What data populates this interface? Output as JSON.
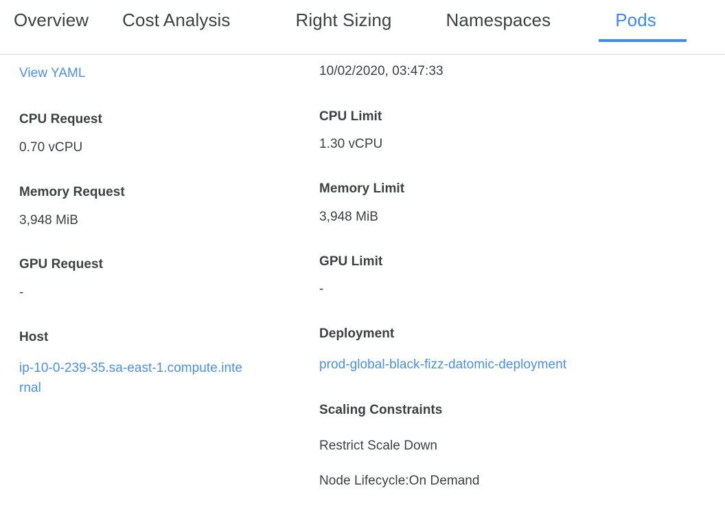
{
  "tabs": [
    {
      "label": "Overview",
      "active": false
    },
    {
      "label": "Cost Analysis",
      "active": false
    },
    {
      "label": "Right Sizing",
      "active": false
    },
    {
      "label": "Namespaces",
      "active": false
    },
    {
      "label": "Pods",
      "active": true
    }
  ],
  "colors": {
    "accent": "#3d8bf2",
    "link": "#4a90e8",
    "text": "#3c4043",
    "divider": "#e9e9e9",
    "background": "#ffffff"
  },
  "left_column": {
    "view_yaml_link": "View YAML",
    "cpu_request_label": "CPU Request",
    "cpu_request_value": "0.70 vCPU",
    "memory_request_label": "Memory Request",
    "memory_request_value": "3,948 MiB",
    "gpu_request_label": "GPU Request",
    "gpu_request_value": "-",
    "host_label": "Host",
    "host_value": "ip-10-0-239-35.sa-east-1.compute.internal"
  },
  "right_column": {
    "timestamp": "10/02/2020, 03:47:33",
    "cpu_limit_label": "CPU Limit",
    "cpu_limit_value": "1.30 vCPU",
    "memory_limit_label": "Memory Limit",
    "memory_limit_value": "3,948 MiB",
    "gpu_limit_label": "GPU Limit",
    "gpu_limit_value": "-",
    "deployment_label": "Deployment",
    "deployment_value": "prod-global-black-fizz-datomic-deployment",
    "scaling_constraints_label": "Scaling Constraints",
    "scaling_constraints": [
      "Restrict Scale Down",
      "Node Lifecycle:On Demand"
    ]
  }
}
